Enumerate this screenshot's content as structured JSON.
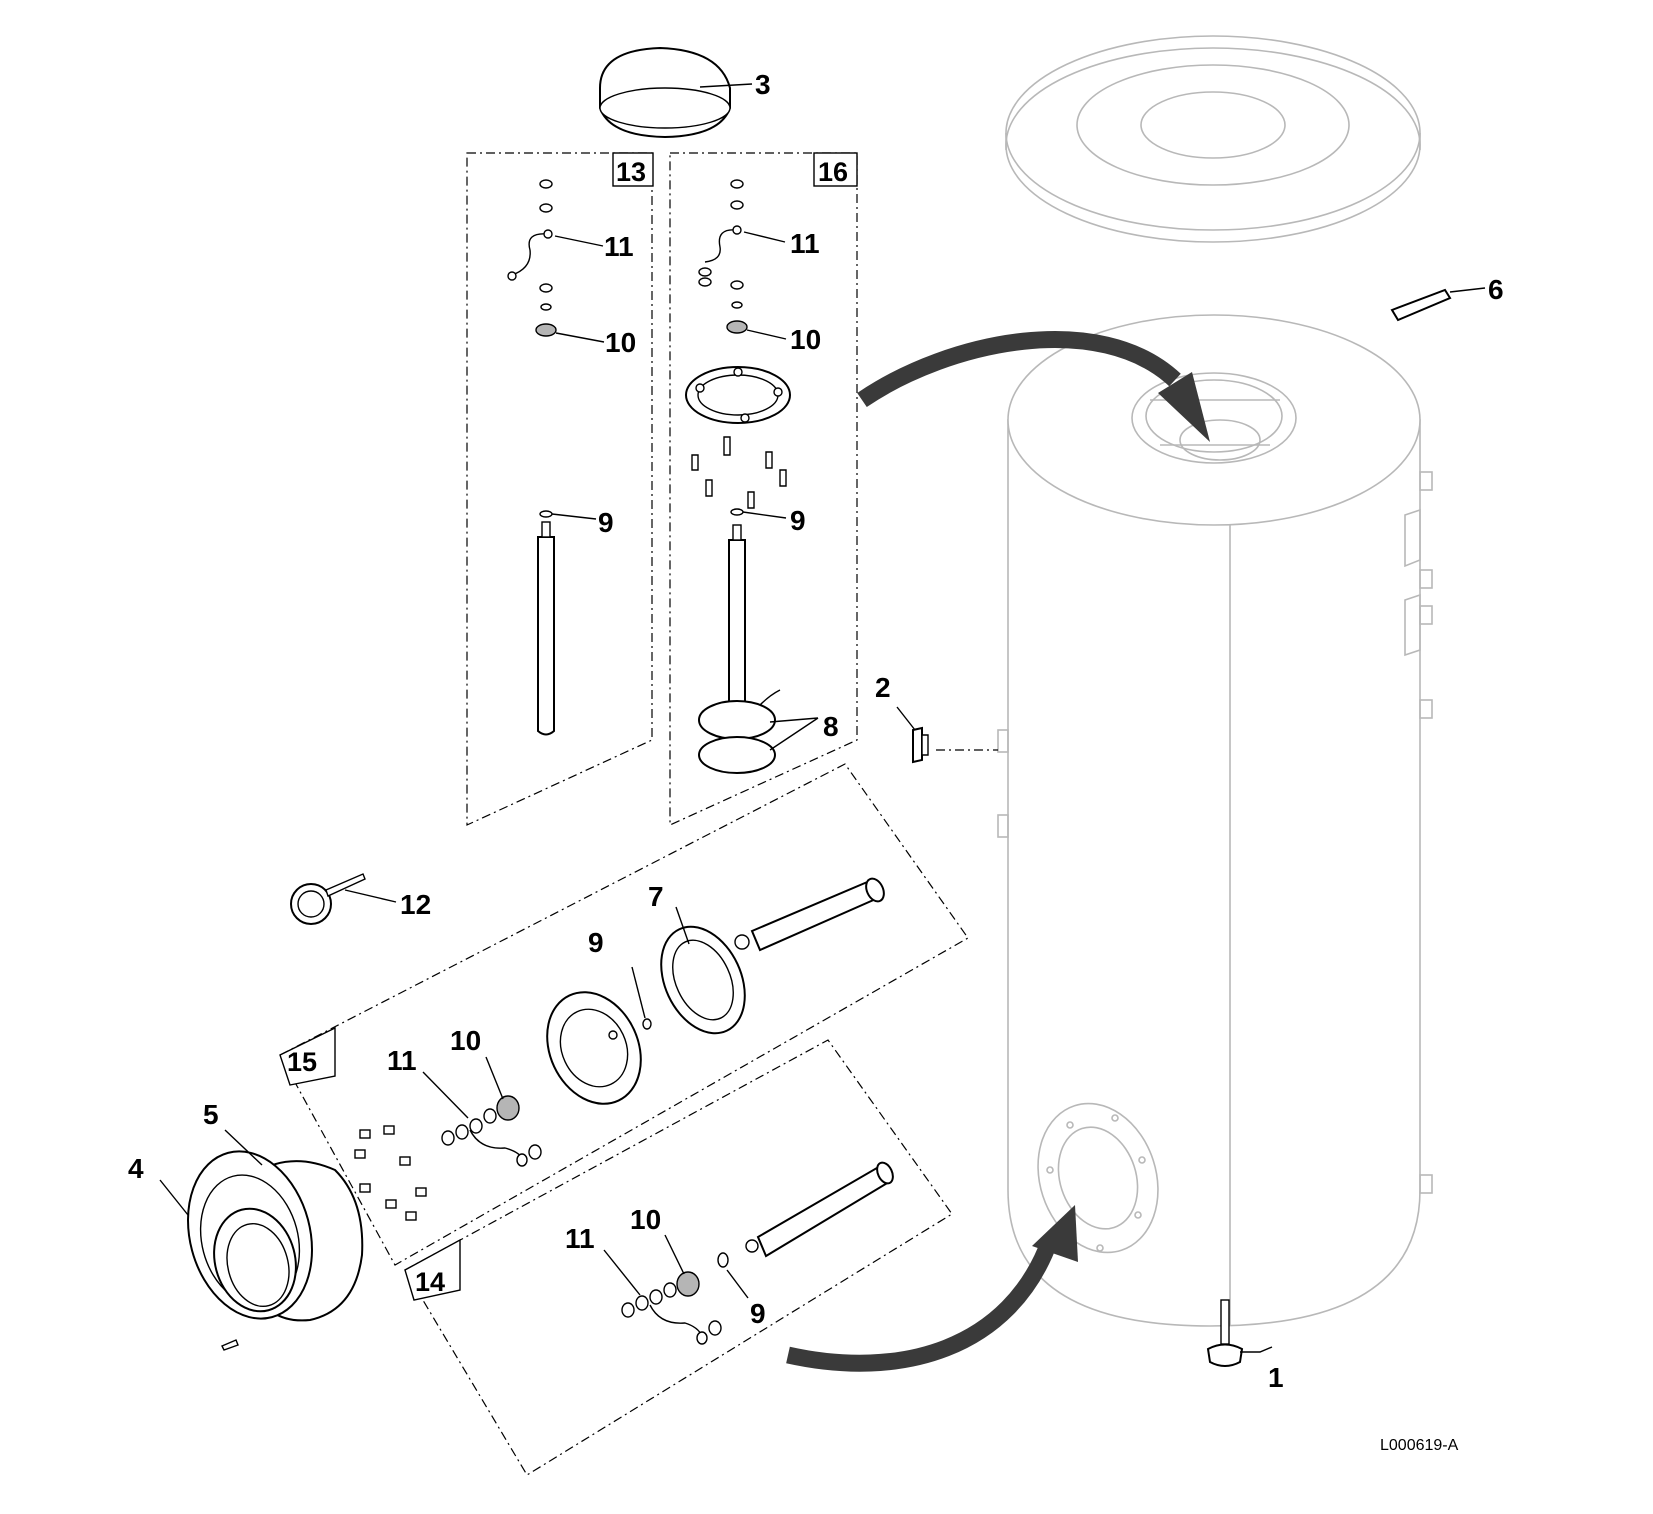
{
  "figure": {
    "reference": "L000619-A",
    "group_boxes": {
      "box_13": "13",
      "box_16": "16",
      "box_15": "15",
      "box_14": "14"
    },
    "callouts": {
      "c1": "1",
      "c2": "2",
      "c3": "3",
      "c4": "4",
      "c5": "5",
      "c6": "6",
      "c7": "7",
      "c8": "8",
      "c9_box13": "9",
      "c9_box16": "9",
      "c9_box15": "9",
      "c9_box14": "9",
      "c10_box13": "10",
      "c10_box16": "10",
      "c10_box15": "10",
      "c10_box14": "10",
      "c11_box13": "11",
      "c11_box16": "11",
      "c11_box15": "11",
      "c11_box14": "11",
      "c12": "12"
    }
  },
  "colors": {
    "line": "#000000",
    "ghost": "#b8b8b8",
    "arrow": "#3a3a3a",
    "washer": "#b5b5b5"
  }
}
